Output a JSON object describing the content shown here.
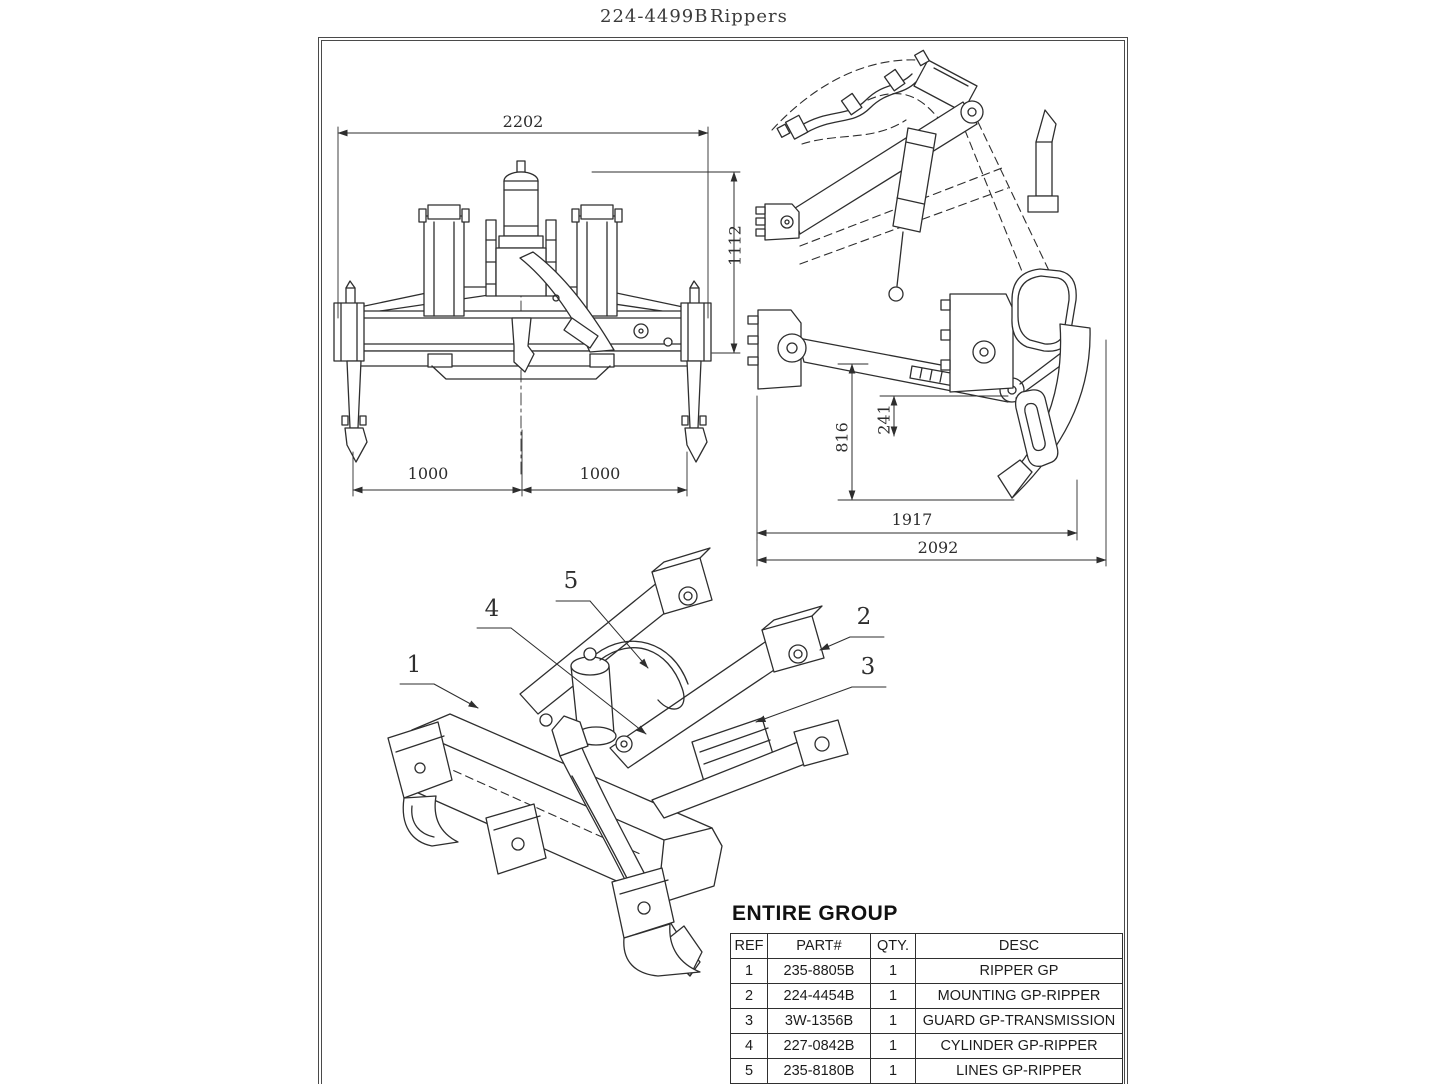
{
  "doc": {
    "number": "224-4499B",
    "title": "Rippers"
  },
  "front_view": {
    "dims": {
      "overall_width": "2202",
      "overall_height": "1112",
      "left_span": "1000",
      "right_span": "1000"
    }
  },
  "side_view": {
    "dims": {
      "shank_depth": "816",
      "pivot_drop": "241",
      "length_inner": "1917",
      "length_overall": "2092"
    }
  },
  "iso_view": {
    "callouts": [
      "1",
      "2",
      "3",
      "4",
      "5"
    ]
  },
  "parts_table": {
    "title": "ENTIRE GROUP",
    "headers": [
      "REF",
      "PART#",
      "QTY.",
      "DESC"
    ],
    "rows": [
      {
        "ref": "1",
        "part": "235-8805B",
        "qty": "1",
        "desc": "RIPPER GP"
      },
      {
        "ref": "2",
        "part": "224-4454B",
        "qty": "1",
        "desc": "MOUNTING GP-RIPPER"
      },
      {
        "ref": "3",
        "part": "3W-1356B",
        "qty": "1",
        "desc": "GUARD GP-TRANSMISSION"
      },
      {
        "ref": "4",
        "part": "227-0842B",
        "qty": "1",
        "desc": "CYLINDER GP-RIPPER"
      },
      {
        "ref": "5",
        "part": "235-8180B",
        "qty": "1",
        "desc": "LINES GP-RIPPER"
      }
    ]
  },
  "colors": {
    "line": "#2e2e2e",
    "text": "#1c1c1c"
  }
}
